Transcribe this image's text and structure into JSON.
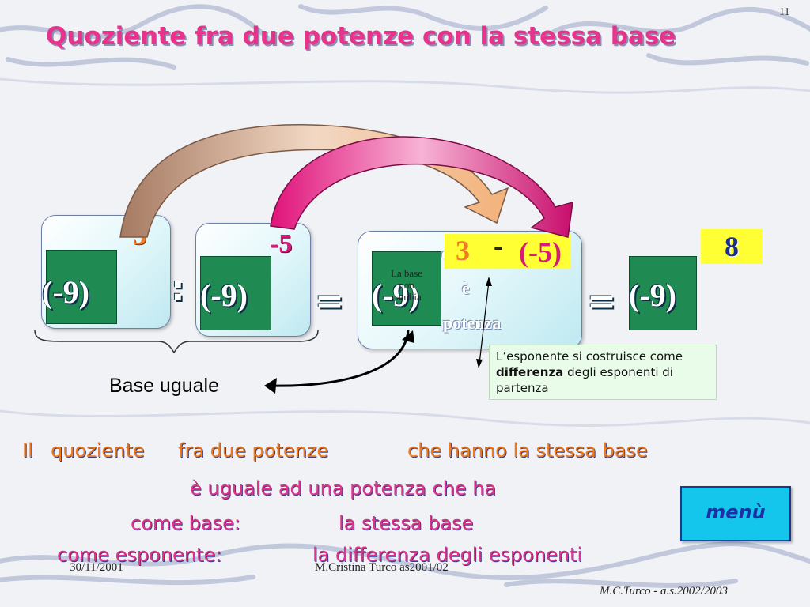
{
  "slide": {
    "number": "11"
  },
  "title": "Quoziente fra due potenze con la stessa base",
  "colors": {
    "title": "#e8338a",
    "orange": "#f07a2a",
    "base_green": "#1f8a52",
    "menu": "#15c6ec"
  },
  "diagram": {
    "term1": {
      "base": "(-9)",
      "exponent": "3"
    },
    "operator_div": ":",
    "term2": {
      "base": "(-9)",
      "exponent": "-5"
    },
    "equals1": "=",
    "middle": {
      "base": "(-9)",
      "note": [
        "La base",
        "non",
        "cambia"
      ],
      "ghost": [
        "esponente",
        "è",
        "potenza"
      ],
      "expr_a": "3",
      "expr_minus": "-",
      "expr_b": "(-5)"
    },
    "equals2": "=",
    "result": {
      "base": "(-9)",
      "exponent": "8"
    },
    "callout": {
      "pre": "L’esponente si costruisce come ",
      "bold": "differenza",
      "post": " degli esponenti di partenza"
    },
    "base_label": "Base uguale"
  },
  "rules": {
    "line1": [
      "Il",
      "quoziente",
      "fra due potenze",
      "che hanno la stessa base"
    ],
    "line2": "è uguale ad una potenza che ha",
    "line3": {
      "label": "come base:",
      "value": "la stessa base"
    },
    "line4": {
      "label": "come esponente:",
      "value": "la differenza degli esponenti"
    }
  },
  "menu": {
    "label": "menù"
  },
  "footer": {
    "date": "30/11/2001",
    "center": "M.Cristina Turco as2001/02",
    "author": "M.C.Turco - a.s.2002/2003"
  }
}
